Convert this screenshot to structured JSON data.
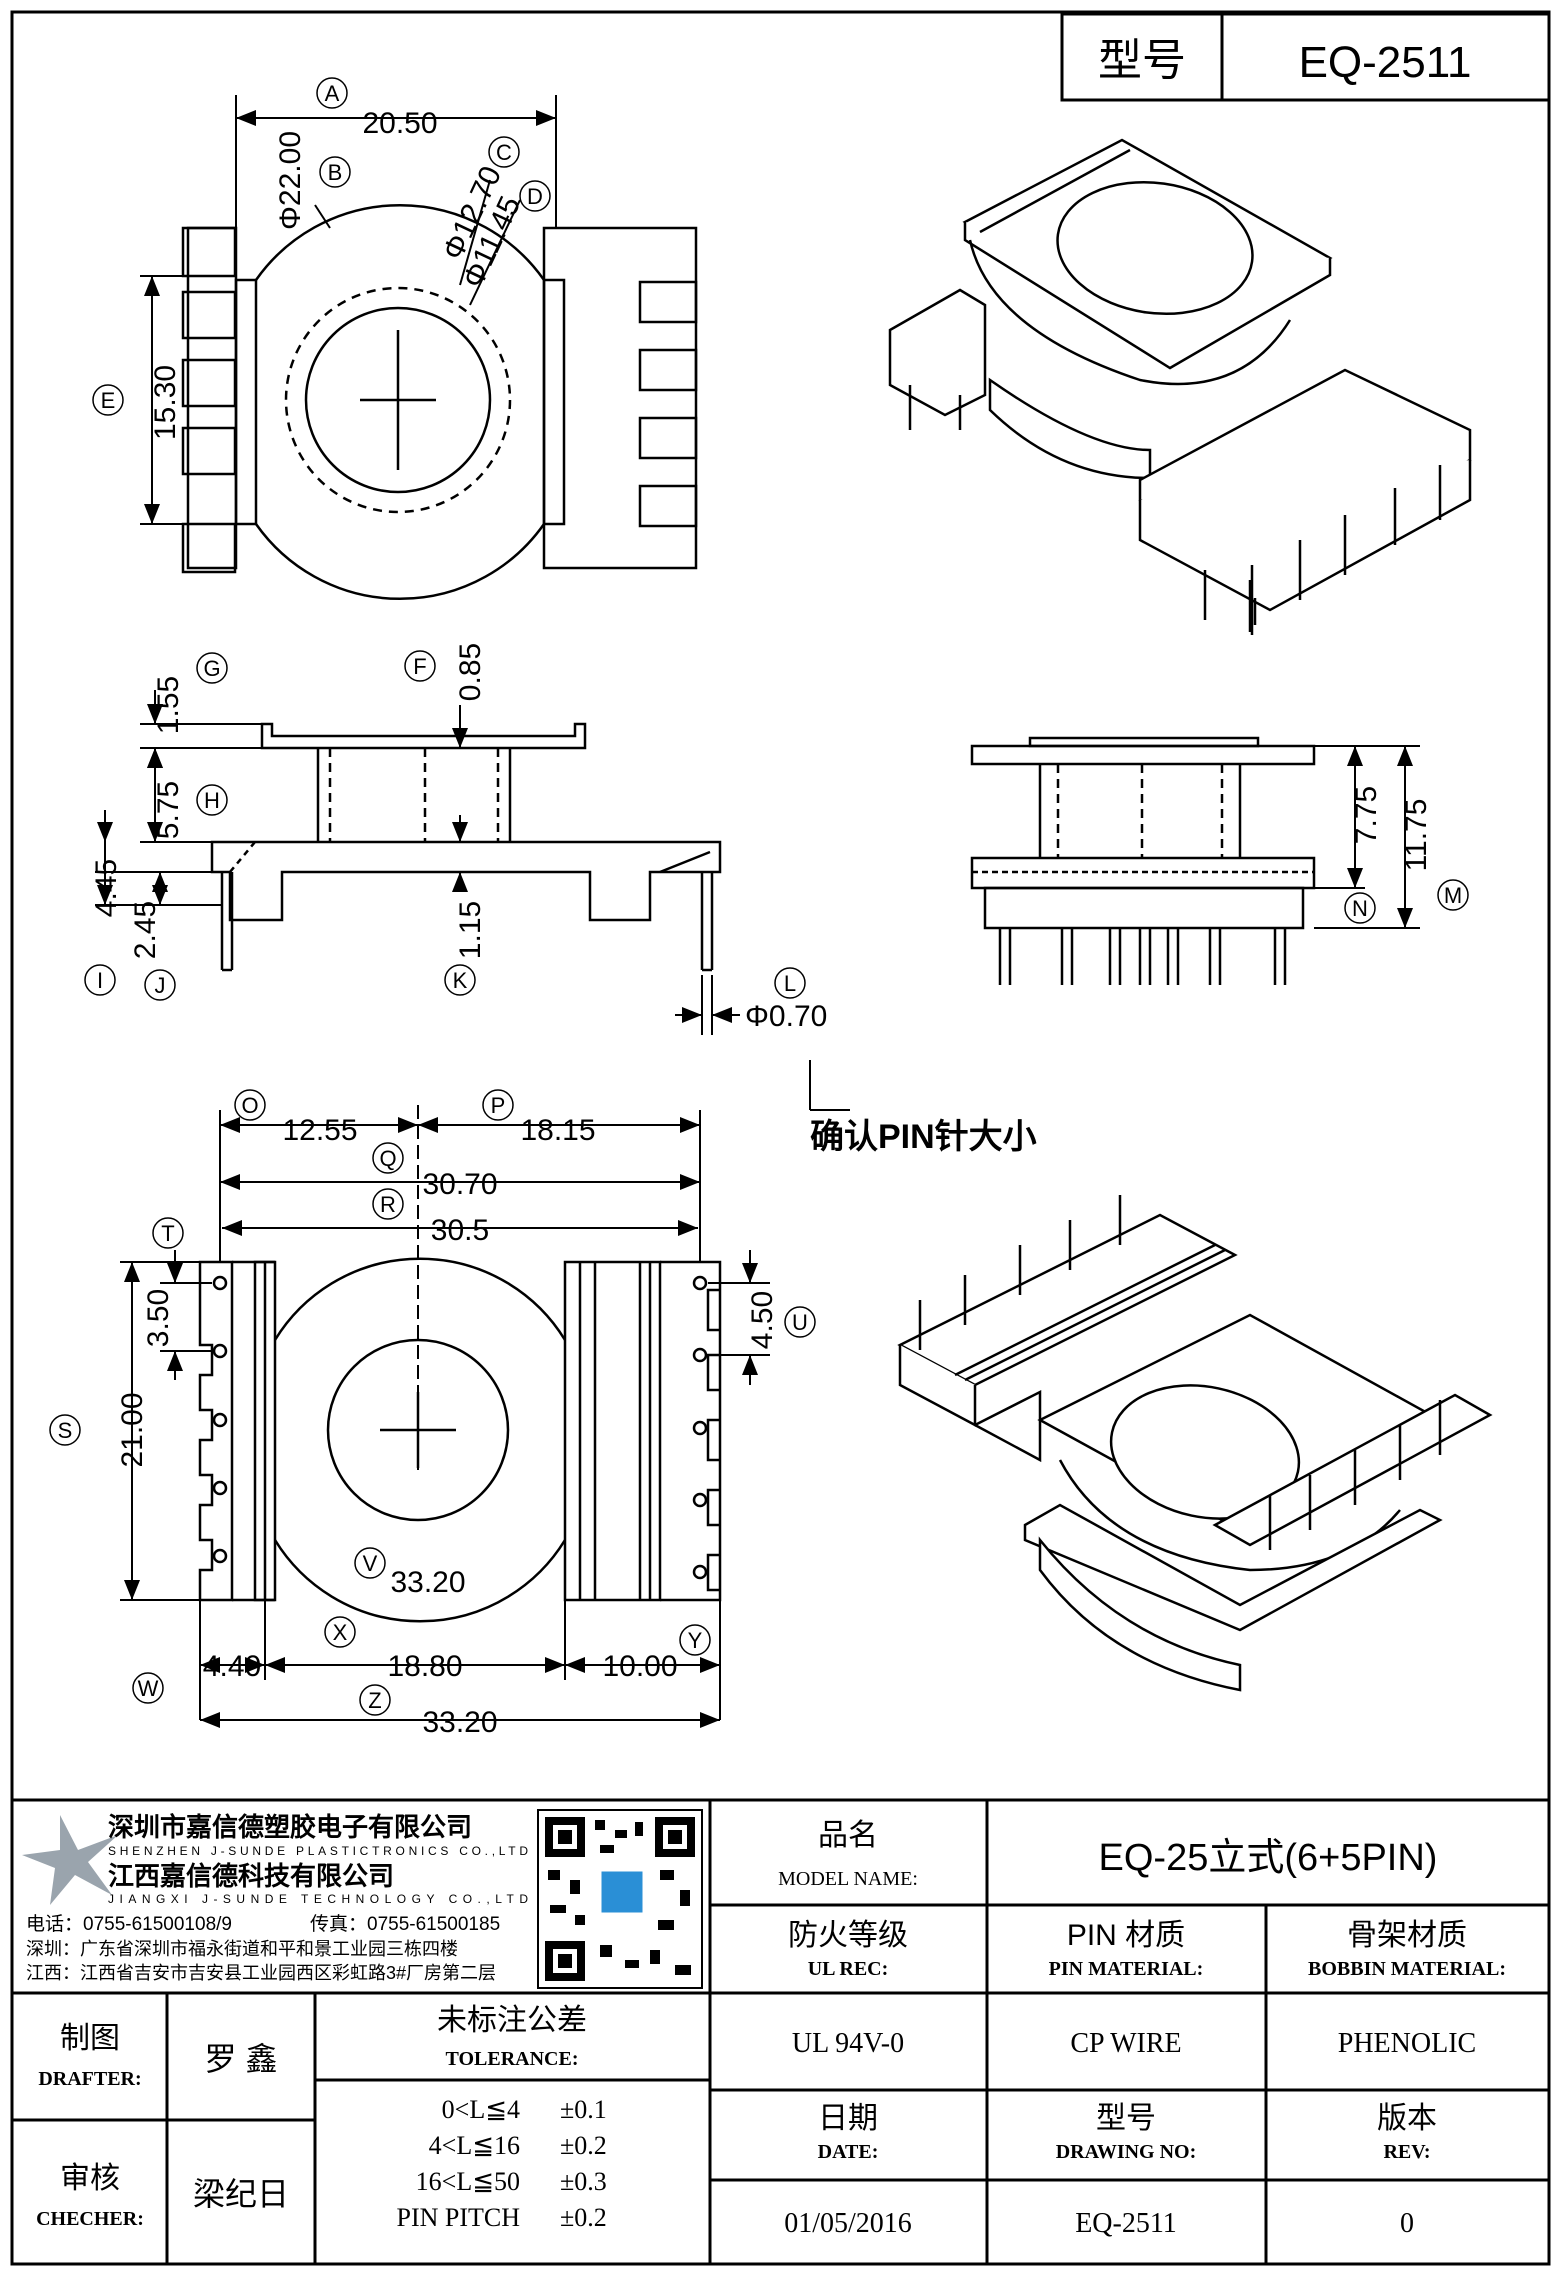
{
  "header": {
    "model_label": "型号",
    "model_value": "EQ-2511"
  },
  "view_top": {
    "dims": {
      "a": "20.50",
      "b": "Φ22.00",
      "c": "Φ12.70",
      "d": "Φ11.45",
      "e": "15.30"
    },
    "tags": {
      "a": "A",
      "b": "B",
      "c": "C",
      "d": "D",
      "e": "E"
    }
  },
  "view_side": {
    "dims": {
      "g": "1.55",
      "f": "0.85",
      "h": "5.75",
      "i": "4.45",
      "j": "2.45",
      "k": "1.15",
      "l": "Φ0.70"
    },
    "tags": {
      "f": "F",
      "g": "G",
      "h": "H",
      "i": "I",
      "j": "J",
      "k": "K",
      "l": "L"
    },
    "note": "确认PIN针大小"
  },
  "view_front": {
    "dims": {
      "n": "7.75",
      "m": "11.75"
    },
    "tags": {
      "n": "N",
      "m": "M"
    }
  },
  "view_bottom": {
    "dims": {
      "o": "12.55",
      "p": "18.15",
      "q": "30.70",
      "r": "30.5",
      "t": "3.50",
      "u": "4.50",
      "s": "21.00",
      "v": "33.20",
      "w": "4.40",
      "x": "18.80",
      "y": "10.00",
      "z": "33.20"
    },
    "tags": {
      "o": "O",
      "p": "P",
      "q": "Q",
      "r": "R",
      "s": "S",
      "t": "T",
      "u": "U",
      "v": "V",
      "w": "W",
      "x": "X",
      "y": "Y",
      "z": "Z"
    }
  },
  "title_block": {
    "company_cn_1": "深圳市嘉信德塑胶电子有限公司",
    "company_en_1": "SHENZHEN J-SUNDE PLASTICTRONICS CO.,LTD",
    "company_cn_2": "江西嘉信德科技有限公司",
    "company_en_2": "JIANGXI J-SUNDE TECHNOLOGY CO.,LTD",
    "phone": "电话：0755-61500108/9",
    "fax": "传真：0755-61500185",
    "addr_sz": "深圳：广东省深圳市福永街道和平和景工业园三栋四楼",
    "addr_jx": "江西：江西省吉安市吉安县工业园西区彩虹路3#厂房第二层",
    "model_name_cn": "品名",
    "model_name_en": "MODEL NAME:",
    "model_name_value": "EQ-25立式(6+5PIN)",
    "ul_cn": "防火等级",
    "ul_en": "UL REC:",
    "pin_mat_cn": "PIN 材质",
    "pin_mat_en": "PIN MATERIAL:",
    "bobbin_mat_cn": "骨架材质",
    "bobbin_mat_en": "BOBBIN MATERIAL:",
    "drafter_cn": "制图",
    "drafter_en": "DRAFTER:",
    "drafter_name": "罗 鑫",
    "checker_cn": "审核",
    "checker_en": "CHECHER:",
    "checker_name": "梁纪日",
    "tolerance_cn": "未标注公差",
    "tolerance_en": "TOLERANCE:",
    "tolerances": [
      {
        "range": "0<L≦4",
        "value": "±0.1"
      },
      {
        "range": "4<L≦16",
        "value": "±0.2"
      },
      {
        "range": "16<L≦50",
        "value": "±0.3"
      },
      {
        "range": "PIN PITCH",
        "value": "±0.2"
      }
    ],
    "ul_value": "UL 94V-0",
    "pin_mat_value": "CP WIRE",
    "bobbin_mat_value": "PHENOLIC",
    "date_cn": "日期",
    "date_en": "DATE:",
    "drawing_no_cn": "型号",
    "drawing_no_en": "DRAWING NO:",
    "rev_cn": "版本",
    "rev_en": "REV:",
    "date_value": "01/05/2016",
    "drawing_no_value": "EQ-2511",
    "rev_value": "0"
  }
}
